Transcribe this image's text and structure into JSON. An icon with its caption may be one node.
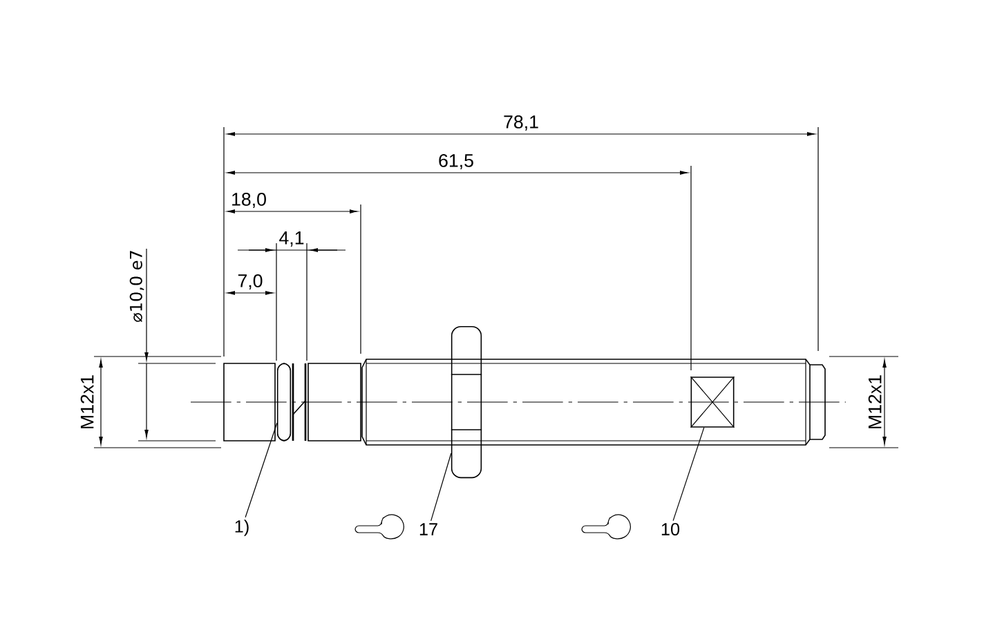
{
  "diagram": {
    "nodes": [
      {
        "text": [
          "1)"
        ]
      },
      {
        "text": [
          "17"
        ]
      },
      {
        "text": [
          "10"
        ]
      },
      {
        "text": [],
        "shape": "box"
      },
      {
        "text": [],
        "shape": "box"
      },
      {
        "text": [],
        "shape": "box"
      }
    ],
    "edges": [
      {
        "from": 0,
        "to": 3,
        "arrow": "none"
      },
      {
        "from": 1,
        "to": 4,
        "arrow": "none"
      },
      {
        "from": 2,
        "to": 5,
        "arrow": "none"
      }
    ],
    "labels": [
      "78,1",
      "61,5",
      "18,0",
      "4,1",
      "7,0",
      "⌀10,0 e7",
      "M12x1",
      "M12x1"
    ]
  }
}
